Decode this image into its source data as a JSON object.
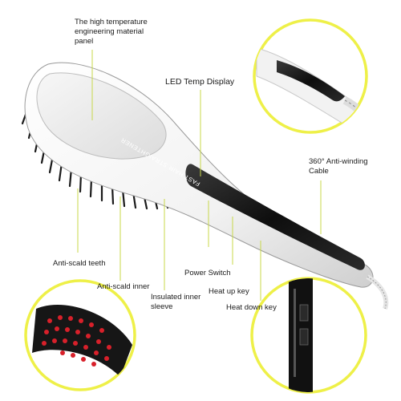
{
  "labels": {
    "panel": "The high temperature engineering material panel",
    "led_display": "LED Temp Display",
    "cable": "360° Anti-winding Cable",
    "anti_scald_teeth": "Anti-scald teeth",
    "anti_scald_inner": "Anti-scald inner",
    "power_switch": "Power Switch",
    "heat_up": "Heat up key",
    "heat_down": "Heat down key",
    "insulated_sleeve": "Insulated inner sleeve"
  },
  "handle_text": "FAST HAIR STRAIGHTENER",
  "colors": {
    "callout_circle": "#eef048",
    "leader_line": "#c8d84a",
    "body": "#ffffff",
    "display": "#111111",
    "bristle": "#1a1a1a",
    "bristle_tip": "#d8202a"
  }
}
